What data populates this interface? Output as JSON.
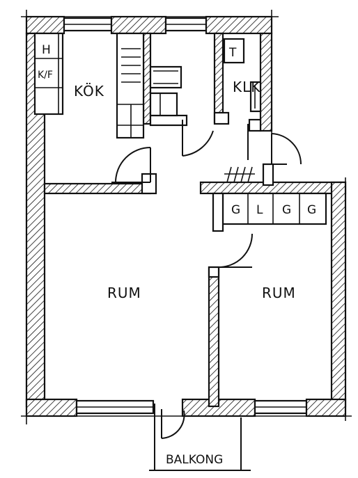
{
  "plan": {
    "rooms": {
      "kitchen": "KÖK",
      "bathroom": "KLK",
      "room_left": "RUM",
      "room_right": "RUM",
      "balcony": "BALKONG"
    },
    "fixtures": {
      "stove": "H",
      "fridge_freezer": "K/F",
      "shower": "T"
    },
    "closets": [
      "G",
      "L",
      "G",
      "G"
    ]
  }
}
